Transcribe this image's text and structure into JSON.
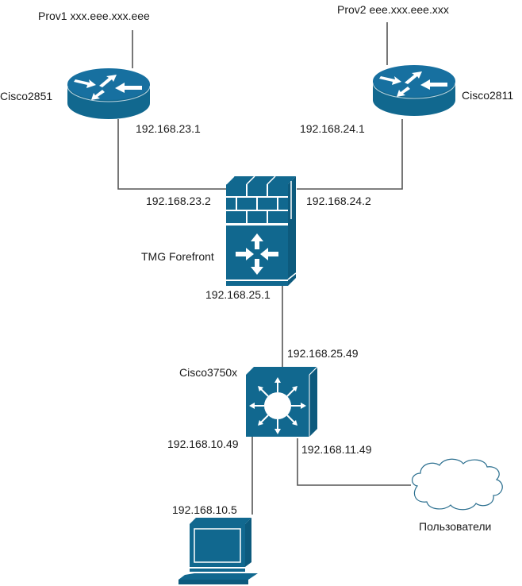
{
  "diagram": {
    "colors": {
      "device_fill": "#11688f",
      "device_dark": "#0d5a7d",
      "device_light": "#ffffff",
      "link": "#555555",
      "cloud_stroke": "#2b6f8f"
    },
    "nodes": {
      "prov1": {
        "label": "Prov1 xxx.eee.xxx.eee",
        "kind": "provider"
      },
      "prov2": {
        "label": "Prov2 eee.xxx.eee.xxx",
        "kind": "provider"
      },
      "router1": {
        "label": "Cisco2851",
        "kind": "router-icon"
      },
      "router2": {
        "label": "Cisco2811",
        "kind": "router-icon"
      },
      "firewall": {
        "label": "TMG Forefront",
        "kind": "firewall-icon"
      },
      "l3switch": {
        "label": "Cisco3750x",
        "kind": "layer3-switch-icon"
      },
      "workstation": {
        "label": "192.168.10.5",
        "kind": "workstation-icon"
      },
      "users_cloud": {
        "label": "Пользователи",
        "kind": "cloud-icon"
      }
    },
    "interfaces": {
      "r1_lan": "192.168.23.1",
      "r2_lan": "192.168.24.1",
      "fw_r1": "192.168.23.2",
      "fw_r2": "192.168.24.2",
      "fw_inside": "192.168.25.1",
      "sw_uplink": "192.168.25.49",
      "sw_vlan10": "192.168.10.49",
      "sw_vlan11": "192.168.11.49"
    },
    "links": [
      {
        "from": "prov1",
        "to": "router1"
      },
      {
        "from": "prov2",
        "to": "router2"
      },
      {
        "from": "router1",
        "to": "firewall"
      },
      {
        "from": "router2",
        "to": "firewall"
      },
      {
        "from": "firewall",
        "to": "l3switch"
      },
      {
        "from": "l3switch",
        "to": "workstation"
      },
      {
        "from": "l3switch",
        "to": "users_cloud"
      }
    ]
  }
}
